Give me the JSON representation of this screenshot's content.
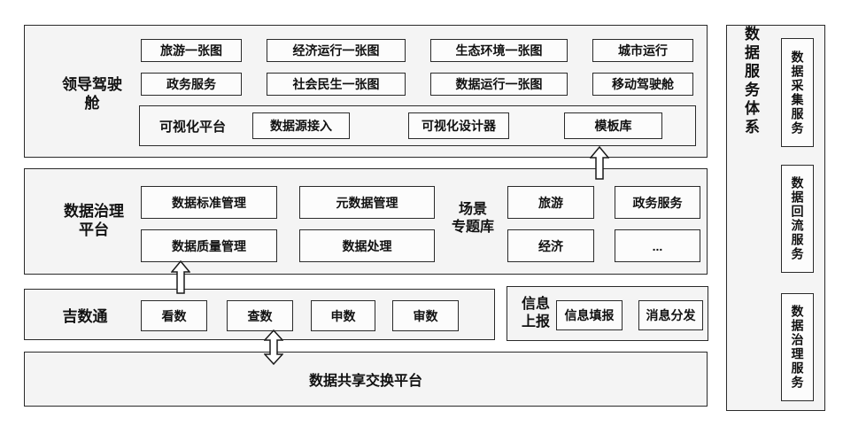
{
  "colors": {
    "section_fill": "#f4f4f4",
    "box_fill": "#fcfcfc",
    "border": "#2a2a2a",
    "text": "#111111"
  },
  "cockpit": {
    "label_lines": [
      "领导驾驶",
      "舱"
    ],
    "row1": [
      "旅游一张图",
      "经济运行一张图",
      "生态环境一张图",
      "城市运行"
    ],
    "row2": [
      "政务服务",
      "社会民生一张图",
      "数据运行一张图",
      "移动驾驶舱"
    ],
    "viz": {
      "label": "可视化平台",
      "items": [
        "数据源接入",
        "可视化设计器",
        "模板库"
      ]
    }
  },
  "governance": {
    "label_lines": [
      "数据治理",
      "平台"
    ],
    "row1": [
      "数据标准管理",
      "元数据管理"
    ],
    "row2": [
      "数据质量管理",
      "数据处理"
    ],
    "scenario": {
      "label_lines": [
        "场景",
        "专题库"
      ],
      "row1": [
        "旅游",
        "政务服务"
      ],
      "row2": [
        "经济",
        "..."
      ]
    }
  },
  "jishutong": {
    "label": "吉数通",
    "items": [
      "看数",
      "查数",
      "申数",
      "审数"
    ]
  },
  "info_report": {
    "label_lines": [
      "信息",
      "上报"
    ],
    "items": [
      "信息填报",
      "消息分发"
    ]
  },
  "share_platform": {
    "label": "数据共享交换平台"
  },
  "services": {
    "label": "数据服务体系",
    "items": [
      "数据采集服务",
      "数据回流服务",
      "数据治理服务"
    ]
  },
  "icons": {
    "arrow_template_to_cockpit": "up-arrow",
    "arrow_jishutong_to_governance": "up-arrow",
    "arrow_share_exchange": "double-vertical-arrow"
  }
}
